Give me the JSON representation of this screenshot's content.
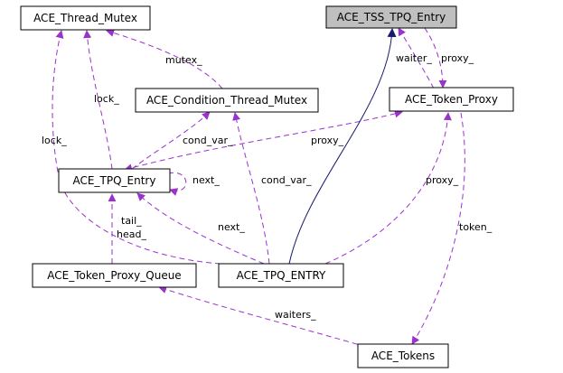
{
  "diagram": {
    "nodes": {
      "ace_thread_mutex": "ACE_Thread_Mutex",
      "ace_tss_tpq_entry": "ACE_TSS_TPQ_Entry",
      "ace_condition_thread_mutex": "ACE_Condition_Thread_Mutex",
      "ace_token_proxy": "ACE_Token_Proxy",
      "ace_tpq_entry": "ACE_TPQ_Entry",
      "ace_token_proxy_queue": "ACE_Token_Proxy_Queue",
      "ace_tpq_entry_caps": "ACE_TPQ_ENTRY",
      "ace_tokens": "ACE_Tokens"
    },
    "edge_labels": {
      "mutex": "mutex_",
      "lock_inner": "lock_",
      "lock_outer": "lock_",
      "waiter": "waiter_",
      "proxy_tss": "proxy_",
      "cond_var_entry": "cond_var_",
      "proxy_entry": "proxy_",
      "next_self": "next_",
      "cond_var_caps": "cond_var_",
      "proxy_caps": "proxy_",
      "next_caps": "next_",
      "tail": "tail_",
      "head": "head_",
      "token": "token_",
      "waiters": "waiters_"
    },
    "colors": {
      "dependency_edge": "#9a32cd",
      "inheritance_edge": "#191970",
      "highlight_fill": "#bfbfbf",
      "node_fill": "#ffffff"
    }
  }
}
